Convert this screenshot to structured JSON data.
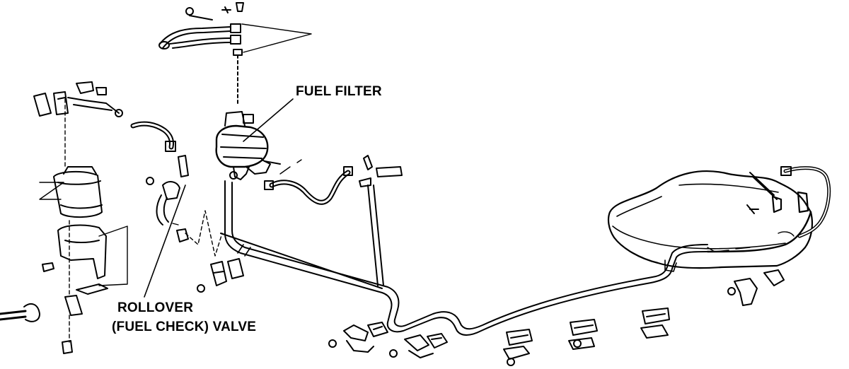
{
  "labels": {
    "fuel_filter": "FUEL FILTER",
    "rollover_line1": "ROLLOVER",
    "rollover_line2": "(FUEL CHECK) VALVE"
  },
  "colors": {
    "ink": "#000000",
    "paper": "#ffffff"
  }
}
